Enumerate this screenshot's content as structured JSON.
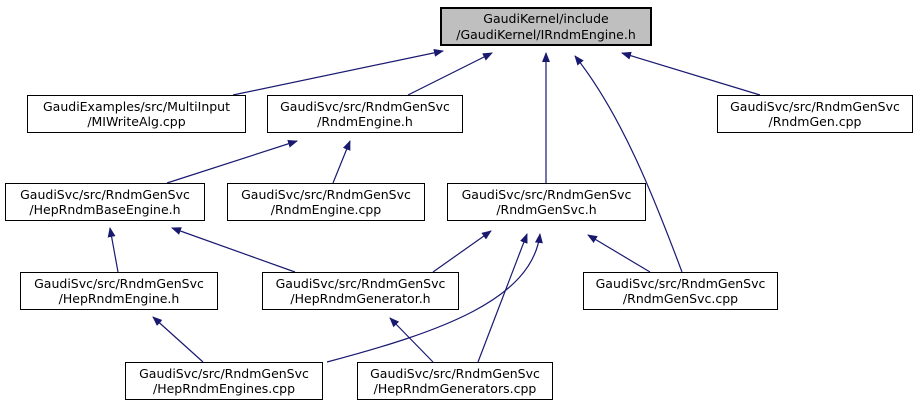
{
  "diagram": {
    "kind": "include-dependency-graph",
    "edge_color": "#191970",
    "root_fill": "#bfbfbf",
    "nodes": [
      {
        "id": "IRndmEngine_h",
        "line1": "GaudiKernel/include",
        "line2": "/GaudiKernel/IRndmEngine.h",
        "root": true
      },
      {
        "id": "MIWriteAlg_cpp",
        "line1": "GaudiExamples/src/MultiInput",
        "line2": "/MIWriteAlg.cpp"
      },
      {
        "id": "RndmEngine_h",
        "line1": "GaudiSvc/src/RndmGenSvc",
        "line2": "/RndmEngine.h"
      },
      {
        "id": "RndmGen_cpp",
        "line1": "GaudiSvc/src/RndmGenSvc",
        "line2": "/RndmGen.cpp"
      },
      {
        "id": "HepRndmBaseEngine_h",
        "line1": "GaudiSvc/src/RndmGenSvc",
        "line2": "/HepRndmBaseEngine.h"
      },
      {
        "id": "RndmEngine_cpp",
        "line1": "GaudiSvc/src/RndmGenSvc",
        "line2": "/RndmEngine.cpp"
      },
      {
        "id": "RndmGenSvc_h",
        "line1": "GaudiSvc/src/RndmGenSvc",
        "line2": "/RndmGenSvc.h"
      },
      {
        "id": "HepRndmEngine_h",
        "line1": "GaudiSvc/src/RndmGenSvc",
        "line2": "/HepRndmEngine.h"
      },
      {
        "id": "HepRndmGenerator_h",
        "line1": "GaudiSvc/src/RndmGenSvc",
        "line2": "/HepRndmGenerator.h"
      },
      {
        "id": "RndmGenSvc_cpp",
        "line1": "GaudiSvc/src/RndmGenSvc",
        "line2": "/RndmGenSvc.cpp"
      },
      {
        "id": "HepRndmEngines_cpp",
        "line1": "GaudiSvc/src/RndmGenSvc",
        "line2": "/HepRndmEngines.cpp"
      },
      {
        "id": "HepRndmGenerators_cpp",
        "line1": "GaudiSvc/src/RndmGenSvc",
        "line2": "/HepRndmGenerators.cpp"
      }
    ],
    "edges": [
      {
        "from": "MIWriteAlg_cpp",
        "to": "IRndmEngine_h"
      },
      {
        "from": "RndmEngine_h",
        "to": "IRndmEngine_h"
      },
      {
        "from": "RndmGenSvc_h",
        "to": "IRndmEngine_h"
      },
      {
        "from": "RndmGenSvc_cpp",
        "to": "IRndmEngine_h"
      },
      {
        "from": "RndmGen_cpp",
        "to": "IRndmEngine_h"
      },
      {
        "from": "HepRndmBaseEngine_h",
        "to": "RndmEngine_h"
      },
      {
        "from": "RndmEngine_cpp",
        "to": "RndmEngine_h"
      },
      {
        "from": "HepRndmEngine_h",
        "to": "HepRndmBaseEngine_h"
      },
      {
        "from": "HepRndmGenerator_h",
        "to": "HepRndmBaseEngine_h"
      },
      {
        "from": "HepRndmGenerator_h",
        "to": "RndmGenSvc_h"
      },
      {
        "from": "HepRndmEngines_cpp",
        "to": "HepRndmEngine_h"
      },
      {
        "from": "HepRndmEngines_cpp",
        "to": "RndmGenSvc_h"
      },
      {
        "from": "HepRndmGenerators_cpp",
        "to": "HepRndmGenerator_h"
      },
      {
        "from": "HepRndmGenerators_cpp",
        "to": "RndmGenSvc_h"
      },
      {
        "from": "RndmGenSvc_cpp",
        "to": "RndmGenSvc_h"
      }
    ]
  }
}
